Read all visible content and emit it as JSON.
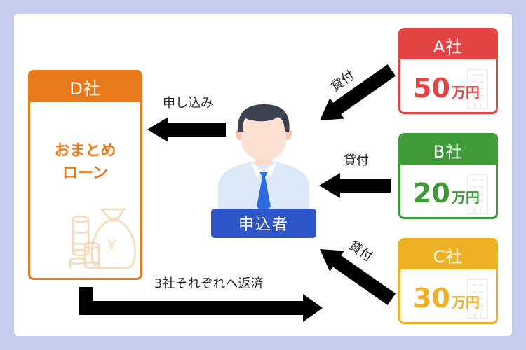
{
  "companies": {
    "a": {
      "name": "A社",
      "amount": "50",
      "unit": "万円",
      "color": "#e24444"
    },
    "b": {
      "name": "B社",
      "amount": "20",
      "unit": "万円",
      "color": "#3f9a3a"
    },
    "c": {
      "name": "C社",
      "amount": "30",
      "unit": "万円",
      "color": "#eeb024"
    }
  },
  "d_company": {
    "name": "D社",
    "line1": "おまとめ",
    "line2": "ローン",
    "color": "#e87a1c"
  },
  "applicant": {
    "label": "申込者"
  },
  "arrows": {
    "loan_a": "貸付",
    "loan_b": "貸付",
    "loan_c": "貸付",
    "apply": "申し込み",
    "repay": "3社それぞれへ返済"
  },
  "colors": {
    "background": "#c6cdee",
    "badge": "#2e56c9"
  }
}
